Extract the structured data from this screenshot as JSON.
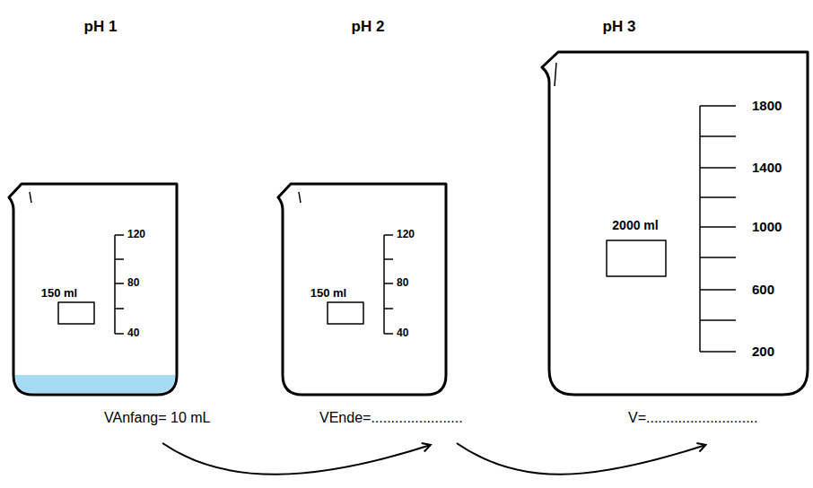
{
  "diagram": {
    "nodes": [
      {
        "text": [
          "pH 1",
          "150 ml",
          "120",
          "80",
          "40",
          "VAnfang= 10 mL"
        ]
      },
      {
        "text": [
          "pH 2",
          "150 ml",
          "120",
          "80",
          "40",
          "VEnde=......................."
        ]
      },
      {
        "text": [
          "pH 3",
          "2000 ml",
          "1800",
          "1400",
          "1000",
          "600",
          "200",
          "V=............................"
        ]
      }
    ],
    "edges": [
      {
        "from": 0,
        "to": 1,
        "arrow": "to"
      },
      {
        "from": 1,
        "to": 2,
        "arrow": "to"
      }
    ]
  }
}
